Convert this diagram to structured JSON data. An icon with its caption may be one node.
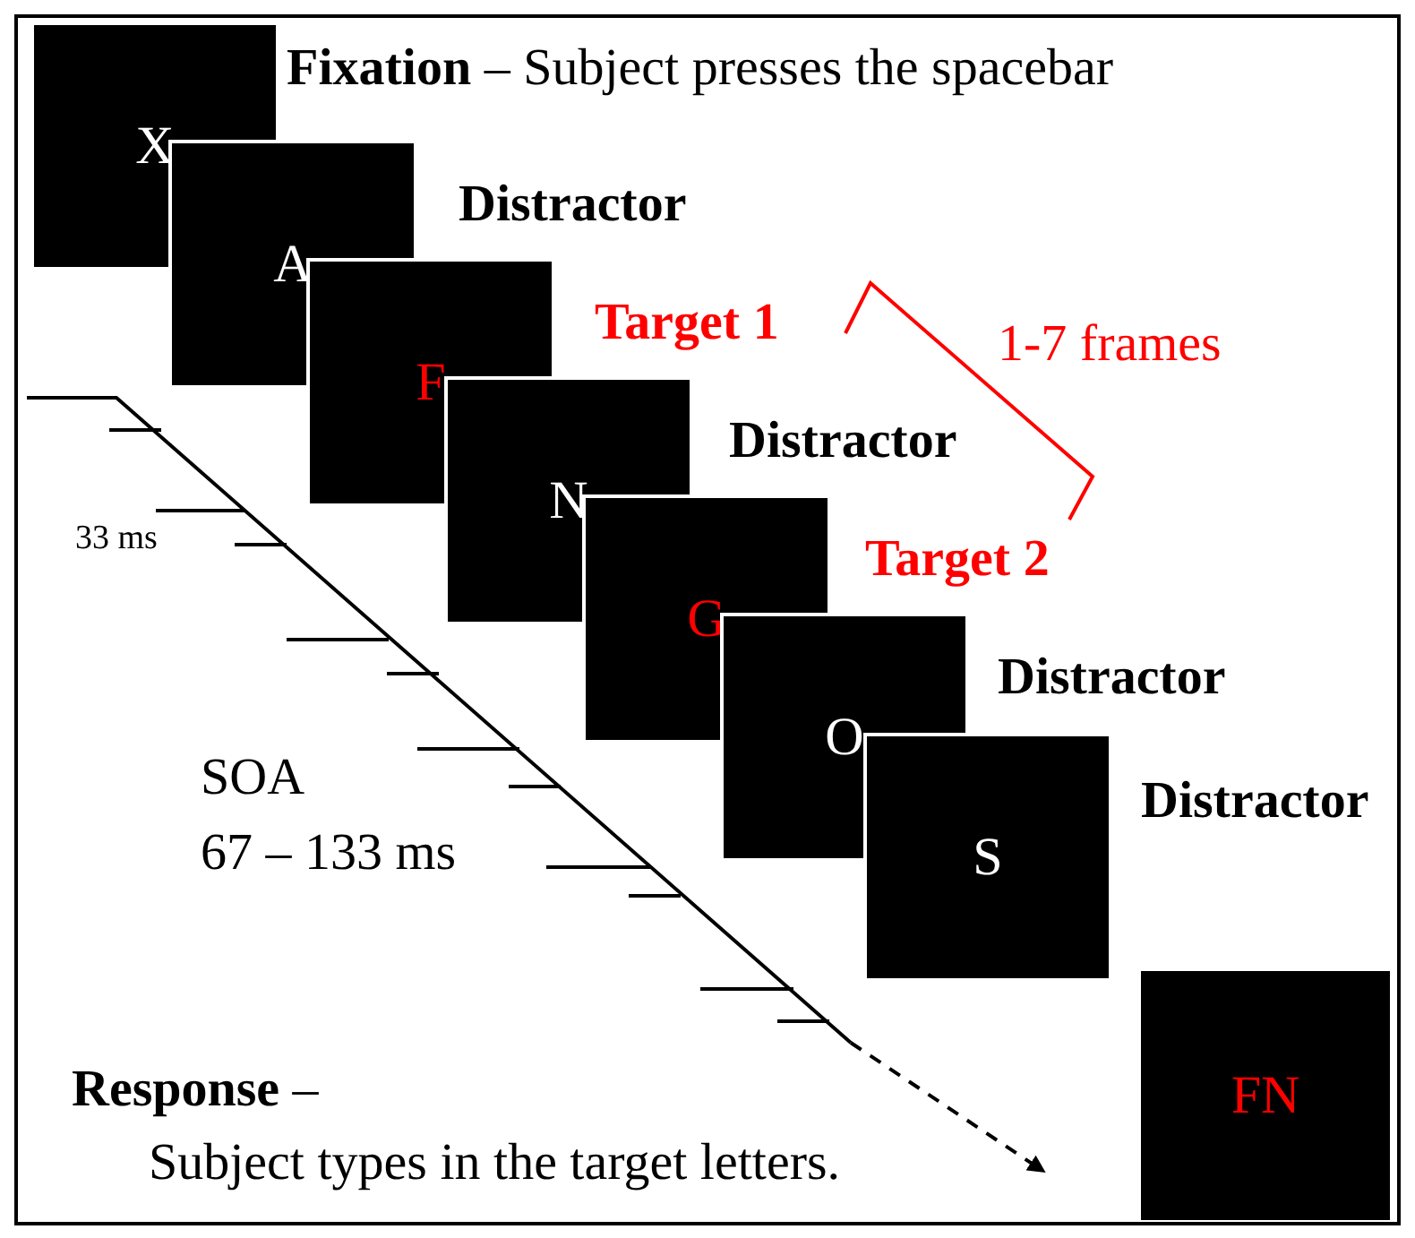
{
  "diagram": {
    "nodes": [
      {
        "text": [
          "X"
        ],
        "beside": [
          "**Fixation** – Subject presses the spacebar"
        ]
      },
      {
        "text": [
          "A"
        ],
        "beside": [
          "Distractor"
        ]
      },
      {
        "text": [
          "F"
        ],
        "beside": [
          "Target 1"
        ]
      },
      {
        "text": [
          "N"
        ],
        "beside": [
          "Distractor"
        ]
      },
      {
        "text": [
          "G"
        ],
        "beside": [
          "Target 2"
        ]
      },
      {
        "text": [
          "O"
        ],
        "beside": [
          "Distractor"
        ]
      },
      {
        "text": [
          "S"
        ],
        "beside": [
          "Distractor"
        ]
      },
      {
        "text": [
          "FN"
        ]
      }
    ],
    "labels": [
      "1-7 frames",
      "33 ms",
      "SOA",
      "67 – 133 ms",
      "**Response** –",
      "Subject types in the target letters."
    ]
  }
}
